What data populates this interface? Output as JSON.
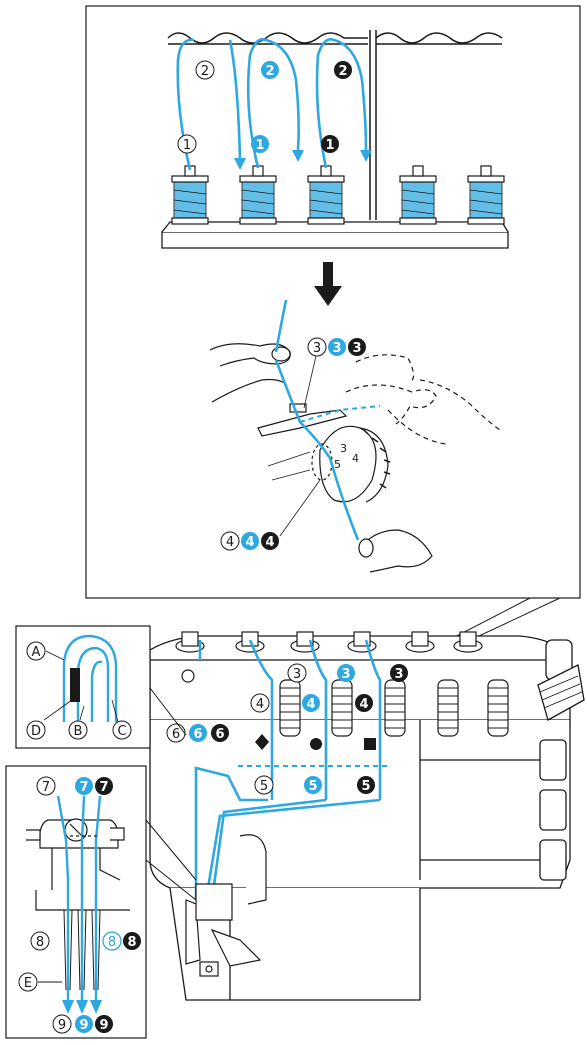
{
  "colors": {
    "thread": "#2ea8e0",
    "ink": "#1a1a1a",
    "paper": "#ffffff",
    "machine_fill": "#ffffff",
    "dashed": "#2ea8e0"
  },
  "labels": {
    "l1": "1",
    "l2": "2",
    "l3": "3",
    "l4": "4",
    "l5": "5",
    "l6": "6",
    "l7": "7",
    "l8": "8",
    "l9": "9",
    "A": "A",
    "B": "B",
    "C": "C",
    "D": "D",
    "E": "E"
  },
  "icons": {
    "down_arrow": "arrow-down-icon",
    "diamond": "diamond-mark-icon",
    "dot": "circle-mark-icon",
    "square": "square-mark-icon"
  }
}
